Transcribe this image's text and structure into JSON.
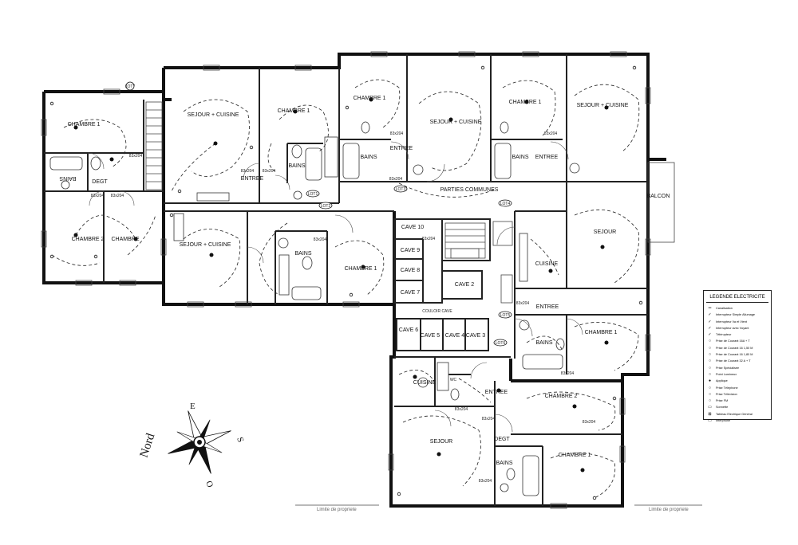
{
  "rooms": {
    "chambre1_nw": "CHAMBRE 1",
    "dgt_w": "DEGT",
    "bains_w": "BAINS",
    "chambre2_w": "CHAMBRE 2",
    "chambre_w": "CHAMBRE",
    "sejour_cuisine_1": "SEJOUR + CUISINE",
    "chambre1_a": "CHAMBRE 1",
    "bains_a": "BAINS",
    "entree_a": "ENTREE",
    "sejour_cuisine_2": "SEJOUR + CUISINE",
    "bains_b": "BAINS",
    "chambre1_b": "CHAMBRE 1",
    "chambre1_c": "CHAMBRE 1",
    "sejour_cuisine_3": "SEJOUR + CUISINE",
    "bains_c": "BAINS",
    "entree_c": "ENTREE",
    "chambre1_d": "CHAMBRE 1",
    "sejour_cuisine_4": "SEJOUR + CUISINE",
    "bains_d": "BAINS",
    "entree_d": "ENTREE",
    "parties_communes": "PARTIES COMMUNES",
    "balcon": "BALCON",
    "sejour_e": "SEJOUR",
    "cuisine_e": "CUISINE",
    "entree_e": "ENTREE",
    "chambre1_e": "CHAMBRE 1",
    "bains_e": "BAINS",
    "cave10": "CAVE 10",
    "cave9": "CAVE 9",
    "cave8": "CAVE 8",
    "cave7": "CAVE 7",
    "cave6": "CAVE 6",
    "cave5": "CAVE 5",
    "cave4": "CAVE 4",
    "cave3": "CAVE 3",
    "cave2": "CAVE 2",
    "couloir_cave": "COULOIR CAVE",
    "cuisine_f": "CUISINE",
    "entree_f": "ENTREE",
    "sejour_f": "SEJOUR",
    "dgt_f": "DEGT",
    "bains_f": "BAINS",
    "chambre2_f": "CHAMBRE 2",
    "chambre1_f": "CHAMBRE 1",
    "wc_f": "WC"
  },
  "lot_tags": [
    "LOT1",
    "LOT2",
    "LOT3",
    "LOT4",
    "LOT5",
    "LOT6",
    "LOT7"
  ],
  "door_tag": "83x204",
  "boundary_text": "Limite de propriete",
  "compass": {
    "north": "Nord",
    "east": "E",
    "south": "S",
    "west": "O"
  },
  "legend": {
    "title": "LEGENDE ELECTRICITE",
    "items": [
      {
        "icon": "═",
        "text": "Canalisation"
      },
      {
        "icon": "✓",
        "text": "Interrupteur Simple Allumage"
      },
      {
        "icon": "✓",
        "text": "Interrupteur Va et Vient"
      },
      {
        "icon": "✓",
        "text": "Interrupteur avec Voyant"
      },
      {
        "icon": "✓",
        "text": "Télérupteur"
      },
      {
        "icon": "○",
        "text": "Prise de Courant 16A + T"
      },
      {
        "icon": "○",
        "text": "Prise de Courant 16 1,50 M"
      },
      {
        "icon": "○",
        "text": "Prise de Courant 16 1,80 M"
      },
      {
        "icon": "○",
        "text": "Prise de Courant 32 A + T"
      },
      {
        "icon": "○",
        "text": "Prise Spécialisée"
      },
      {
        "icon": "○",
        "text": "Point Lumineux"
      },
      {
        "icon": "●",
        "text": "Applique"
      },
      {
        "icon": "○",
        "text": "Prise Téléphone"
      },
      {
        "icon": "○",
        "text": "Prise Télévision"
      },
      {
        "icon": "○",
        "text": "Prise FM"
      },
      {
        "icon": "▭",
        "text": "Sonnette"
      },
      {
        "icon": "⊠",
        "text": "Tableau Electrique Général"
      },
      {
        "icon": "▭",
        "text": "Interphone"
      }
    ]
  }
}
